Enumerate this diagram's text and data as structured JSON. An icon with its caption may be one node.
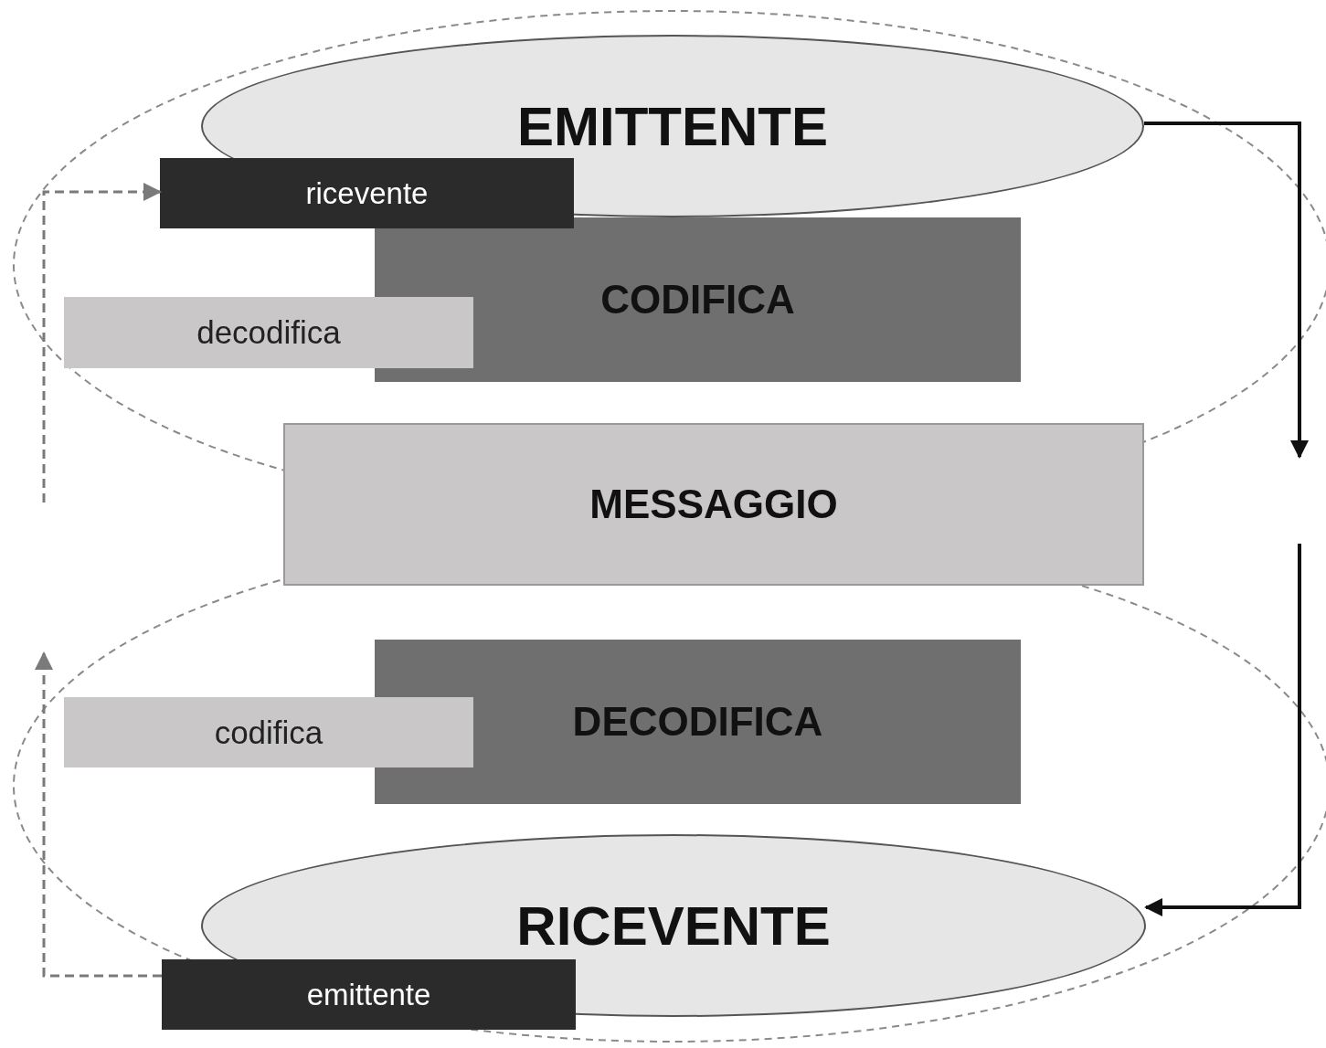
{
  "diagram": {
    "nodes": [
      {
        "text": [
          "EMITTENTE"
        ]
      },
      {
        "text": [
          "ricevente"
        ]
      },
      {
        "text": [
          "CODIFICA"
        ]
      },
      {
        "text": [
          "decodifica"
        ]
      },
      {
        "text": [
          "MESSAGGIO"
        ]
      },
      {
        "text": [
          "DECODIFICA"
        ]
      },
      {
        "text": [
          "codifica"
        ]
      },
      {
        "text": [
          "RICEVENTE"
        ]
      },
      {
        "text": [
          "emittente"
        ]
      }
    ],
    "edges": [
      {
        "from": 0,
        "to": null,
        "arrow": "to"
      },
      {
        "from": null,
        "to": 7,
        "arrow": "to"
      },
      {
        "from": null,
        "to": 1,
        "arrow": "to",
        "style": "dashed",
        "color": "#7a7a7a"
      },
      {
        "from": 8,
        "to": null,
        "arrow": "to",
        "style": "dashed",
        "color": "#7a7a7a"
      }
    ]
  }
}
